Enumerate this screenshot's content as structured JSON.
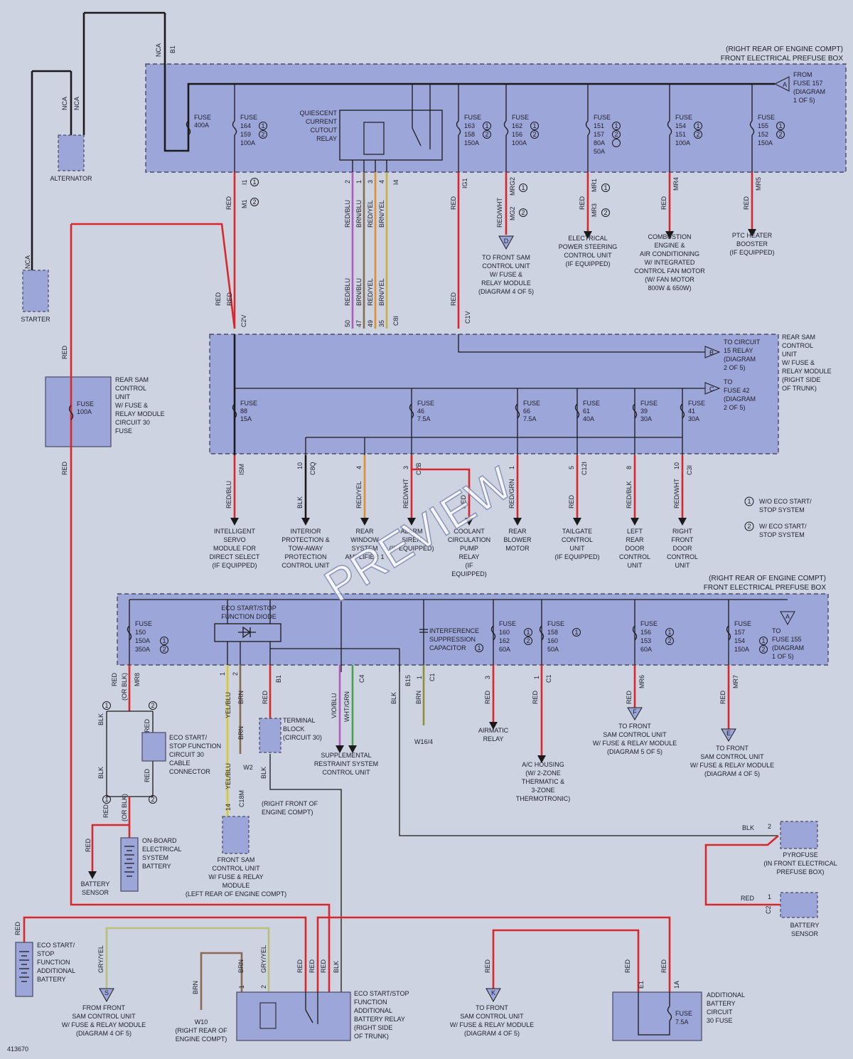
{
  "figure_id": "413670",
  "watermark": "PREVIEW",
  "colors": {
    "background": "#cdd3e0",
    "box": "#9da6d8",
    "red": "#d8282c",
    "black": "#1a1a1a",
    "purple": "#b05ac0",
    "brown": "#8a6a50",
    "yellow": "#d8c830",
    "orange": "#e0902c",
    "gray_yel": "#b9c07a",
    "olive": "#8f8f40",
    "green": "#4ca050"
  },
  "top_box": {
    "header": "(RIGHT REAR OF ENGINE COMPT)",
    "title": "FRONT ELECTRICAL PREFUSE BOX",
    "wire_nca_top": "NCA",
    "wire_b1": "B1",
    "from_fuse": [
      "FROM",
      "FUSE 157",
      "(DIAGRAM",
      "1 OF 5)"
    ],
    "from_letter": "A",
    "fuses": [
      {
        "lines": [
          "FUSE",
          "400A"
        ]
      },
      {
        "lines": [
          "FUSE",
          "164",
          "159",
          "100A"
        ]
      },
      {
        "lines": [
          "FUSE",
          "163",
          "158",
          "150A"
        ]
      },
      {
        "lines": [
          "FUSE",
          "162",
          "156",
          "100A"
        ]
      },
      {
        "lines": [
          "FUSE",
          "151",
          "157",
          "80A",
          "50A"
        ]
      },
      {
        "lines": [
          "FUSE",
          "154",
          "151",
          "100A"
        ]
      },
      {
        "lines": [
          "FUSE",
          "155",
          "152",
          "150A"
        ]
      }
    ],
    "relay": [
      "QUIESCENT",
      "CURRENT",
      "CUTOUT",
      "RELAY"
    ]
  },
  "alternator": {
    "label": "ALTERNATOR",
    "w1": "NCA",
    "w2": "NCA"
  },
  "starter": {
    "label": "STARTER",
    "w": "NCA"
  },
  "top_wires": {
    "i1": "I1",
    "m1": "M1",
    "red": "RED",
    "relay_pins": [
      "2",
      "1",
      "3",
      "4"
    ],
    "i4": "I4",
    "relay_colors": [
      "RED/BLU",
      "BRN/BLU",
      "RED/YEL",
      "BRN/YEL"
    ],
    "ig1": "IG1",
    "mg1": "MRG2",
    "mg2": "MG2",
    "redwht": "RED/WHT",
    "mr1": "MR1",
    "mr3": "MR3",
    "mr4": "MR4",
    "mr5": "MR5"
  },
  "top_loads": {
    "d": {
      "letter": "D",
      "lines": [
        "TO FRONT SAM",
        "CONTROL UNIT",
        "W/ FUSE &",
        "RELAY MODULE",
        "(DIAGRAM 4 OF 5)"
      ]
    },
    "eps": [
      "ELECTRICAL",
      "POWER STEERING",
      "CONTROL UNIT",
      "(IF EQUIPPED)"
    ],
    "comb": [
      "COMBUSTION",
      "ENGINE &",
      "AIR CONDITIONING",
      "W/ INTEGRATED",
      "CONTROL FAN MOTOR",
      "(W/ FAN MOTOR",
      "800W & 650W)"
    ],
    "ptc": [
      "PTC HEATER",
      "BOOSTER",
      "(IF EQUIPPED)"
    ]
  },
  "mid_wires": {
    "red1": "RED",
    "red2": "RED",
    "c2v": "C2V",
    "pins": [
      "50",
      "47",
      "49",
      "35"
    ],
    "colors": [
      "RED/BLU",
      "BRN/BLU",
      "RED/YEL",
      "BRN/YEL"
    ],
    "c8i": "C8I",
    "c1v": "C1V",
    "red3": "RED"
  },
  "rear_sam": {
    "title": [
      "REAR SAM",
      "CONTROL",
      "UNIT",
      "W/ FUSE &",
      "RELAY MODULE",
      "(RIGHT SIDE",
      "OF TRUNK)"
    ],
    "to_b": [
      "TO CIRCUIT",
      "15 RELAY",
      "(DIAGRAM",
      "2 OF 5)"
    ],
    "to_c": [
      "TO",
      "FUSE 42",
      "(DIAGRAM",
      "2 OF 5)"
    ],
    "letter_b": "B",
    "letter_c": "C",
    "fuses": [
      {
        "lines": [
          "FUSE",
          "88",
          "15A"
        ]
      },
      {
        "lines": [
          "FUSE",
          "46",
          "7.5A"
        ]
      },
      {
        "lines": [
          "FUSE",
          "66",
          "7.5A"
        ]
      },
      {
        "lines": [
          "FUSE",
          "61",
          "40A"
        ]
      },
      {
        "lines": [
          "FUSE",
          "39",
          "30A"
        ]
      },
      {
        "lines": [
          "FUSE",
          "41",
          "30A"
        ]
      }
    ]
  },
  "rear_sam_left": {
    "lines": [
      "REAR SAM",
      "CONTROL",
      "UNIT",
      "W/ FUSE &",
      "RELAY MODULE",
      "CIRCUIT 30",
      "FUSE"
    ],
    "fuse": [
      "FUSE",
      "100A"
    ],
    "red_top": "RED",
    "red_bot": "RED"
  },
  "mid_loads": [
    {
      "wire": "RED/BLU",
      "conn": "ISM",
      "lines": [
        "INTELLIGENT",
        "SERVO",
        "MODULE FOR",
        "DIRECT SELECT",
        "(IF EQUIPPED)"
      ]
    },
    {
      "wire": "BLK",
      "pin": "10",
      "conn": "C8Q",
      "lines": [
        "INTERIOR",
        "PROTECTION &",
        "TOW-AWAY",
        "PROTECTION",
        "CONTROL UNIT"
      ]
    },
    {
      "wire": "RED/YEL",
      "pin": "4",
      "lines": [
        "REAR",
        "WINDOW",
        "SYSTEM",
        "AMPLIFIER 1"
      ]
    },
    {
      "wire": "RED/WHT",
      "pin": "3",
      "conn": "C2B",
      "lines": [
        "ALARM",
        "SIREN",
        "(IF EQUIPPED)"
      ]
    },
    {
      "wire": "RED",
      "lines": [
        "COOLANT",
        "CIRCULATION",
        "PUMP",
        "RELAY",
        "(IF",
        "EQUIPPED)"
      ]
    },
    {
      "wire": "RED/GRN",
      "pin": "1",
      "lines": [
        "REAR",
        "BLOWER",
        "MOTOR"
      ]
    },
    {
      "wire": "RED",
      "pin": "5",
      "conn": "C12I",
      "lines": [
        "TAILGATE",
        "CONTROL",
        "UNIT",
        "(IF EQUIPPED)"
      ]
    },
    {
      "wire": "RED/BLK",
      "pin": "8",
      "lines": [
        "LEFT",
        "REAR",
        "DOOR",
        "CONTROL",
        "UNIT"
      ]
    },
    {
      "wire": "RED/WHT",
      "pin": "10",
      "conn": "C3I",
      "lines": [
        "RIGHT",
        "FRONT",
        "DOOR",
        "CONTROL",
        "UNIT"
      ]
    }
  ],
  "legend": {
    "l1": "W/O ECO START/",
    "l1b": "STOP SYSTEM",
    "l2": "W/ ECO START/",
    "l2b": "STOP SYSTEM",
    "n1": "1",
    "n2": "2"
  },
  "bottom_box": {
    "header": "(RIGHT REAR OF ENGINE COMPT)",
    "title": "FRONT ELECTRICAL PREFUSE BOX",
    "diode": [
      "ECO START/STOP",
      "FUNCTION DIODE"
    ],
    "capacitor": [
      "INTERFERENCE",
      "SUPPRESSION",
      "CAPACITOR"
    ],
    "to_fuse": [
      "TO",
      "FUSE 155",
      "(DIAGRAM",
      "1 OF 5)"
    ],
    "letter_a": "A",
    "fuses": [
      {
        "lines": [
          "FUSE",
          "150",
          "150A",
          "350A"
        ]
      },
      {
        "lines": [
          "FUSE",
          "160",
          "162",
          "60A"
        ]
      },
      {
        "lines": [
          "FUSE",
          "158",
          "160",
          "50A"
        ]
      },
      {
        "lines": [
          "FUSE",
          "156",
          "153",
          "60A"
        ]
      },
      {
        "lines": [
          "FUSE",
          "157",
          "154",
          "150A"
        ]
      }
    ]
  },
  "bottom_wires": {
    "red_or_blk": [
      "RED",
      "(OR BLK)"
    ],
    "mr8": "MR8",
    "yelblu": "YEL/BLU",
    "brn": "BRN",
    "b1": "B1",
    "red": "RED",
    "violet": "VIO/BLU",
    "whtgrn": "WHT/GRN",
    "c4": "C4",
    "blk": "BLK",
    "b15": "B15",
    "c1": "C1",
    "pins_diode": [
      "1",
      "2"
    ],
    "pin_cap": "1",
    "pin_a": "3",
    "pin_b": "1",
    "mr6": "MR6",
    "mr7": "MR7",
    "red2": "RED",
    "red3": "RED",
    "red4": "RED",
    "red5": "RED"
  },
  "bottom_loads": {
    "conn": [
      "ECO START/",
      "STOP FUNCTION",
      "CIRCUIT 30",
      "CABLE",
      "CONNECTOR"
    ],
    "terminal": [
      "TERMINAL",
      "BLOCK",
      "(CIRCUIT 30)"
    ],
    "srs": [
      "SUPPLEMENTAL",
      "RESTRAINT SYSTEM",
      "CONTROL UNIT"
    ],
    "w164": "W16/4",
    "airmatic": [
      "AIRMATIC",
      "RELAY"
    ],
    "ac": [
      "A/C HOUSING",
      "(W/ 2-ZONE",
      "THERMATIC &",
      "3-ZONE",
      "THERMOTRONIC)"
    ],
    "to_f": {
      "letter": "F",
      "lines": [
        "TO FRONT",
        "SAM CONTROL UNIT",
        "W/ FUSE & RELAY MODULE",
        "(DIAGRAM 5 OF 5)"
      ]
    },
    "to_e": {
      "letter": "E",
      "lines": [
        "TO FRONT",
        "SAM CONTROL UNIT",
        "W/ FUSE & RELAY MODULE",
        "(DIAGRAM 4 OF 5)"
      ]
    },
    "w2": "W2",
    "blk": "BLK",
    "c18m": "C18M",
    "pin14": "14",
    "rfe": [
      "(RIGHT FRONT OF",
      "ENGINE COMPT)"
    ],
    "front_sam": [
      "FRONT SAM",
      "CONTROL UNIT",
      "W/ FUSE & RELAY",
      "MODULE",
      "(LEFT REAR OF ENGINE COMPT)"
    ],
    "battery": [
      "ON-BOARD",
      "ELECTRICAL",
      "SYSTEM",
      "BATTERY"
    ],
    "sensor": [
      "BATTERY",
      "SENSOR"
    ],
    "red_or_blk2": [
      "RED",
      "(OR BLK)"
    ],
    "blk_l": "BLK",
    "red_r": "RED",
    "blk_l2": "BLK",
    "red_r2": "RED",
    "red_s": "RED"
  },
  "pyrofuse": {
    "lines": [
      "PYROFUSE",
      "(IN FRONT ELECTRICAL",
      "PREFUSE BOX)"
    ],
    "blk": "BLK",
    "pin2": "2",
    "red": "RED",
    "pin1": "1",
    "c2": "C2"
  },
  "batt_sensor_r": {
    "lines": [
      "BATTERY",
      "SENSOR"
    ]
  },
  "bottom_row": {
    "eco_batt": [
      "ECO START/",
      "STOP",
      "FUNCTION",
      "ADDITIONAL",
      "BATTERY"
    ],
    "red": "RED",
    "gryyel": "GRY/YEL",
    "gryyel2": "GRY/YEL",
    "brn": "BRN",
    "brn2": "BRN",
    "from_s": {
      "letter": "S",
      "lines": [
        "FROM FRONT",
        "SAM CONTROL UNIT",
        "W/ FUSE & RELAY MODULE",
        "(DIAGRAM 4 OF 5)"
      ]
    },
    "w10": [
      "W10",
      "(RIGHT REAR OF",
      "ENGINE COMPT)"
    ],
    "relay": [
      "ECO START/STOP",
      "FUNCTION",
      "ADDITIONAL",
      "BATTERY RELAY",
      "(RIGHT SIDE",
      "OF TRUNK)"
    ],
    "pins": [
      "1",
      "2"
    ],
    "red_a": "RED",
    "red_b": "RED",
    "red_c": "RED",
    "blk": "BLK",
    "to_k": {
      "letter": "K",
      "lines": [
        "TO FRONT",
        "SAM CONTROL UNIT",
        "W/ FUSE & RELAY MODULE",
        "(DIAGRAM 4 OF 5)"
      ]
    },
    "red_k": "RED",
    "red_e1": "RED",
    "red_1a": "RED",
    "e1": "E1",
    "t1a": "1A",
    "add_fuse": [
      "ADDITIONAL",
      "BATTERY",
      "CIRCUIT",
      "30 FUSE"
    ],
    "fuse": [
      "FUSE",
      "7.5A"
    ]
  }
}
